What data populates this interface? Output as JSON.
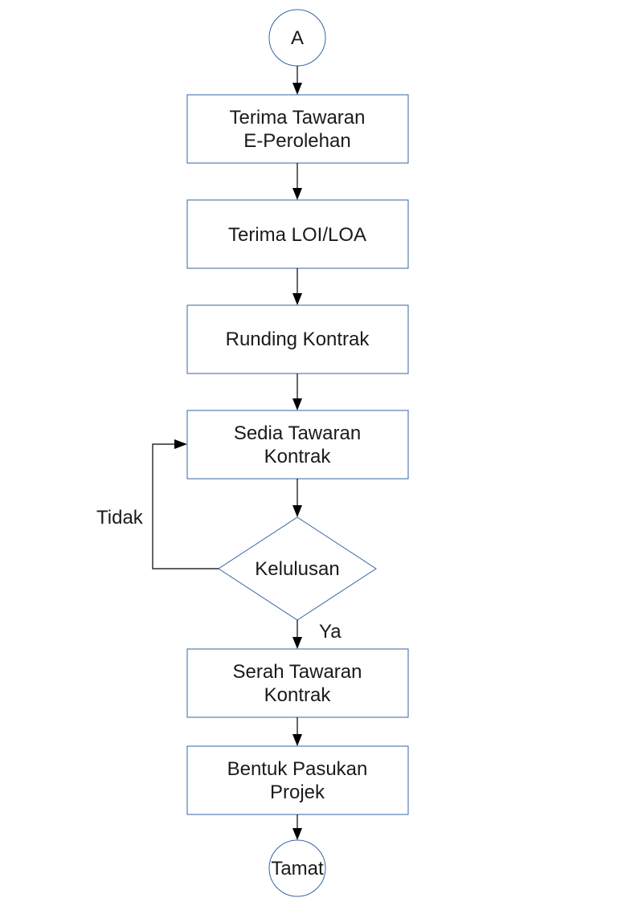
{
  "flowchart": {
    "start_label": "A",
    "steps": [
      {
        "lines": [
          "Terima Tawaran",
          "E-Perolehan"
        ]
      },
      {
        "lines": [
          "Terima LOI/LOA"
        ]
      },
      {
        "lines": [
          "Runding Kontrak"
        ]
      },
      {
        "lines": [
          "Sedia Tawaran",
          "Kontrak"
        ]
      }
    ],
    "decision_label": "Kelulusan",
    "no_label": "Tidak",
    "yes_label": "Ya",
    "after_steps": [
      {
        "lines": [
          "Serah Tawaran",
          "Kontrak"
        ]
      },
      {
        "lines": [
          "Bentuk Pasukan",
          "Projek"
        ]
      }
    ],
    "end_label": "Tamat",
    "colors": {
      "shape_border": "#3465a4",
      "connector": "#000000",
      "text": "#1a1a1a"
    }
  }
}
